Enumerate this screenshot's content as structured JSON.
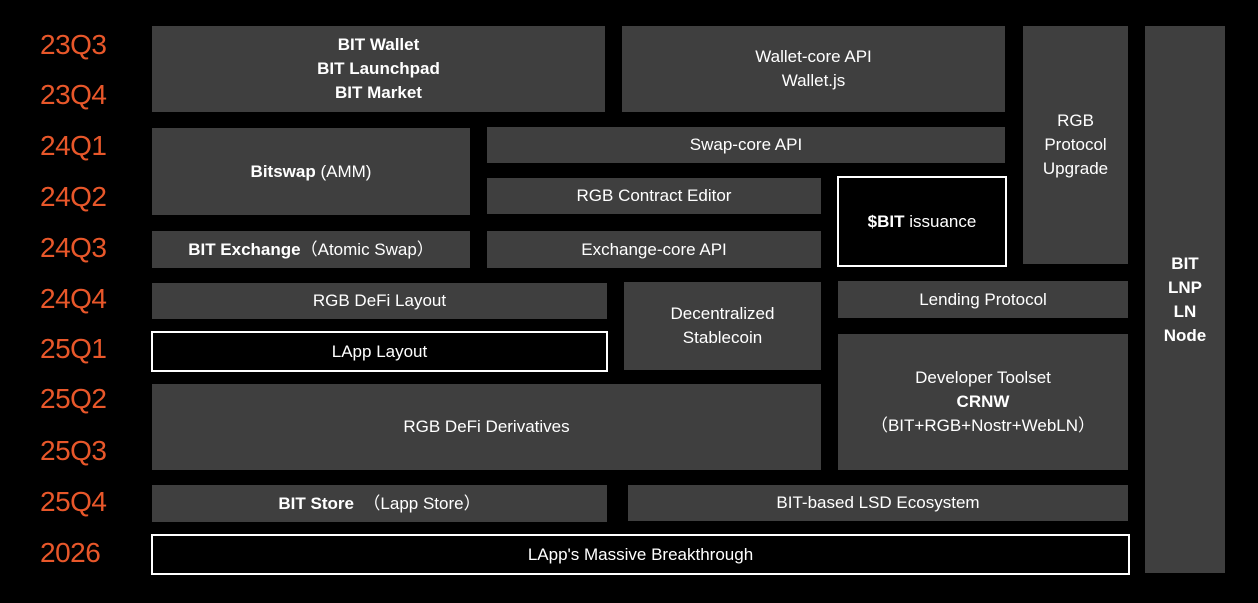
{
  "quarters": [
    "23Q3",
    "23Q4",
    "24Q1",
    "24Q2",
    "24Q3",
    "24Q4",
    "25Q1",
    "25Q2",
    "25Q3",
    "25Q4",
    "2026"
  ],
  "colors": {
    "quarter_label": "#e8572a",
    "box_fill": "#3f3f3f",
    "background": "#000000",
    "outline": "#ffffff"
  },
  "boxes": {
    "bit_products": [
      "BIT Wallet",
      "BIT Launchpad",
      "BIT Market"
    ],
    "wallet_core": [
      "Wallet-core API",
      "Wallet.js"
    ],
    "rgb_upgrade": [
      "RGB",
      "Protocol",
      "Upgrade"
    ],
    "bit_node": [
      "BIT",
      "LNP",
      "LN",
      "Node"
    ],
    "bitswap": {
      "bold": "Bitswap",
      "rest": " (AMM)"
    },
    "swap_core": "Swap-core API",
    "rgb_contract_editor": "RGB Contract Editor",
    "bit_issuance": {
      "bold": "$BIT",
      "rest": " issuance"
    },
    "bit_exchange": {
      "bold": "BIT Exchange",
      "rest": "（Atomic Swap）"
    },
    "exchange_core": "Exchange-core API",
    "rgb_defi_layout": "RGB DeFi Layout",
    "stablecoin": [
      "Decentralized",
      "Stablecoin"
    ],
    "lending": "Lending Protocol",
    "lapp_layout": "LApp Layout",
    "developer_toolset": {
      "title": "Developer Toolset",
      "bold": "CRNW",
      "sub": "（BIT+RGB+Nostr+WebLN）"
    },
    "rgb_defi_derivatives": "RGB DeFi Derivatives",
    "bit_store": {
      "bold": "BIT Store",
      "rest": "  （Lapp Store）"
    },
    "lsd_ecosystem": "BIT-based LSD Ecosystem",
    "lapp_breakthrough": "LApp's Massive Breakthrough"
  }
}
